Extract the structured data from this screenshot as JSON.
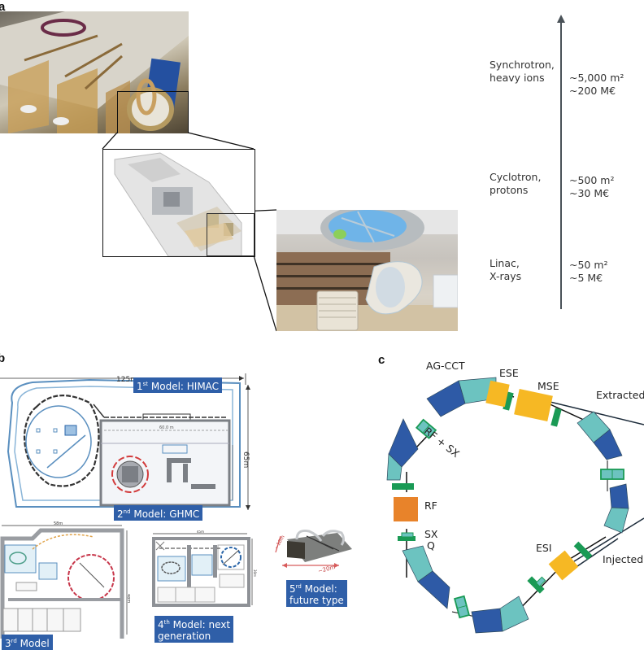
{
  "panels": {
    "a": {
      "letter": "a",
      "scale": [
        {
          "type": "Synchrotron, heavy ions",
          "line1": "Synchrotron,",
          "line2": "heavy ions",
          "area": "~5,000 m²",
          "cost": "~200 M€"
        },
        {
          "type": "Cyclotron, protons",
          "line1": "Cyclotron,",
          "line2": "protons",
          "area": "~500 m²",
          "cost": "~30 M€"
        },
        {
          "type": "Linac, X-rays",
          "line1": "Linac,",
          "line2": "X-rays",
          "area": "~50 m²",
          "cost": "~5 M€"
        }
      ]
    },
    "b": {
      "letter": "b",
      "dim_width": "125m",
      "dim_height": "65m",
      "dim_inner": "60.0 m",
      "dim_3rd_width": "58m",
      "dim_3rd_height": "48m",
      "dim_4th_width": "45m",
      "dim_4th_height": "30m",
      "dim_5th_a": "~10m",
      "dim_5th_b": "~20m",
      "models": [
        {
          "num": "1",
          "sup": "st",
          "text": "Model: HIMAC"
        },
        {
          "num": "2",
          "sup": "nd",
          "text": "Model: GHMC"
        },
        {
          "num": "3",
          "sup": "rd",
          "text": "Model"
        },
        {
          "num": "4",
          "sup": "th",
          "text": "Model: next",
          "text2": "generation"
        },
        {
          "num": "5",
          "sup": "rd",
          "text": "Model:",
          "text2": "future type"
        }
      ]
    },
    "c": {
      "letter": "c",
      "labels": {
        "ag_cct": "AG-CCT",
        "ese": "ESE",
        "mse": "MSE",
        "extracted": "Extracted",
        "rf_sx": "RF + SX",
        "rf": "RF",
        "sx": "SX",
        "q": "Q",
        "esi": "ESI",
        "injected": "Injected"
      },
      "colors": {
        "dark_blue": "#2e5aa6",
        "light_teal": "#6cc3c0",
        "green": "#1a9a55",
        "orange": "#e8832a",
        "yellow": "#f6b824"
      }
    }
  }
}
